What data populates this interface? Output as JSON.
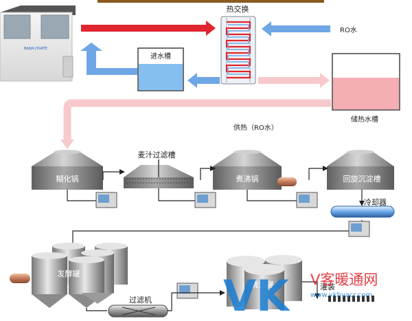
{
  "labels": {
    "heat_exchanger": "热交换",
    "ro_water": "RO水",
    "inlet_tank": "进水槽",
    "heat_storage_tank": "储热水槽",
    "heat_supply": "供热（RO水）",
    "mash_kettle": "糊化锅",
    "lauter_tun": "麦汁过滤槽",
    "boil_kettle": "煮沸锅",
    "whirlpool": "回旋沉淀槽",
    "cooler": "冷却器",
    "fermenter": "发酵罐",
    "filter": "过滤机",
    "bright_tank": "清酒罐",
    "filling": "灌装"
  },
  "heat_pump": {
    "brand": "BAIJIA JYGRTE"
  },
  "watermark": {
    "logo": "VK",
    "title": "V客暖通网",
    "url": "www.vkhvacr.com"
  },
  "colors": {
    "hot_arrow": "#e0262e",
    "cold_arrow": "#6fa6e6",
    "warm_pipe": "#f7c9cc",
    "tank_water": "#f5aeb3",
    "inlet_water": "#85bff2",
    "vessel": "#9e9e9e",
    "watermark_blue": "#1f7fd2",
    "watermark_red": "#e0262e"
  }
}
